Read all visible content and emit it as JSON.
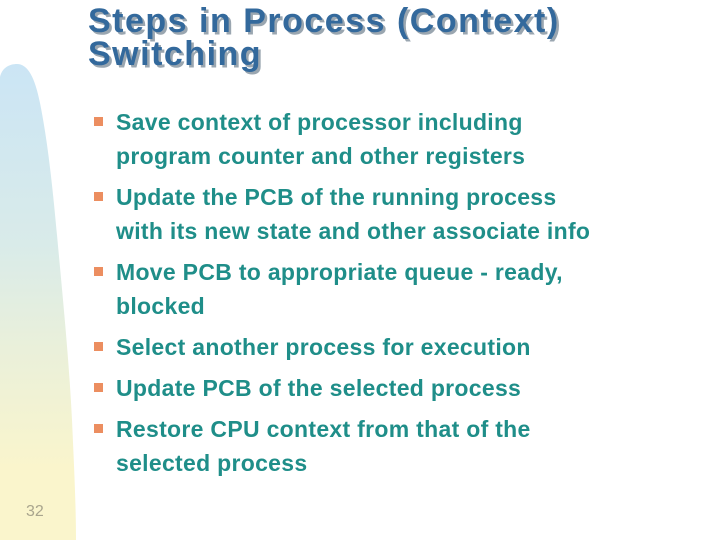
{
  "slide": {
    "title_lines": [
      "Steps in Process (Context)",
      "Switching"
    ],
    "bullets": [
      {
        "lines": [
          "Save context of processor including",
          "program counter and other registers"
        ]
      },
      {
        "lines": [
          "Update the PCB of the running process",
          "with its new state and other associate info"
        ]
      },
      {
        "lines": [
          "Move PCB to appropriate queue - ready,",
          "blocked"
        ]
      },
      {
        "lines": [
          "Select another process for execution"
        ]
      },
      {
        "lines": [
          "Update PCB of the selected process"
        ]
      },
      {
        "lines": [
          "Restore CPU context from that of the",
          "selected process"
        ]
      }
    ],
    "page_number": "32",
    "colors": {
      "title": "#33699C",
      "title_shadow": "#9AA6B0",
      "body": "#1F8E89",
      "bullet": "#EC8E60",
      "page_number": "#A9A58D",
      "panel_top": "#CBE5F5",
      "panel_mid1": "#D9EBE9",
      "panel_mid2": "#EAF0DA",
      "panel_bottom": "#FAF5CC"
    }
  }
}
